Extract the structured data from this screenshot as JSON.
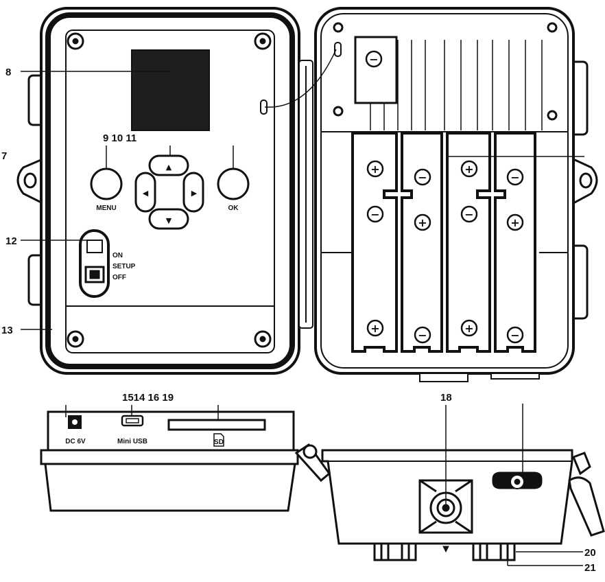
{
  "callouts": {
    "c7": "7",
    "c8": "8",
    "c9_11": "9 10 11",
    "c12": "12",
    "c13": "13",
    "c14_19": "1514 16 19",
    "c18": "18",
    "c20": "20",
    "c21": "21"
  },
  "device_labels": {
    "menu": "MENU",
    "ok": "OK",
    "switch_on": "ON",
    "switch_setup": "SETUP",
    "switch_off": "OFF",
    "dc": "DC 6V",
    "usb": "Mini USB",
    "sd": "SD"
  },
  "symbols": {
    "plus": "+",
    "minus": "−",
    "up": "▲",
    "down": "▼",
    "left": "◀",
    "right": "▶"
  },
  "colors": {
    "ink": "#111111",
    "screen": "#1e1e1e",
    "paper": "#ffffff"
  }
}
